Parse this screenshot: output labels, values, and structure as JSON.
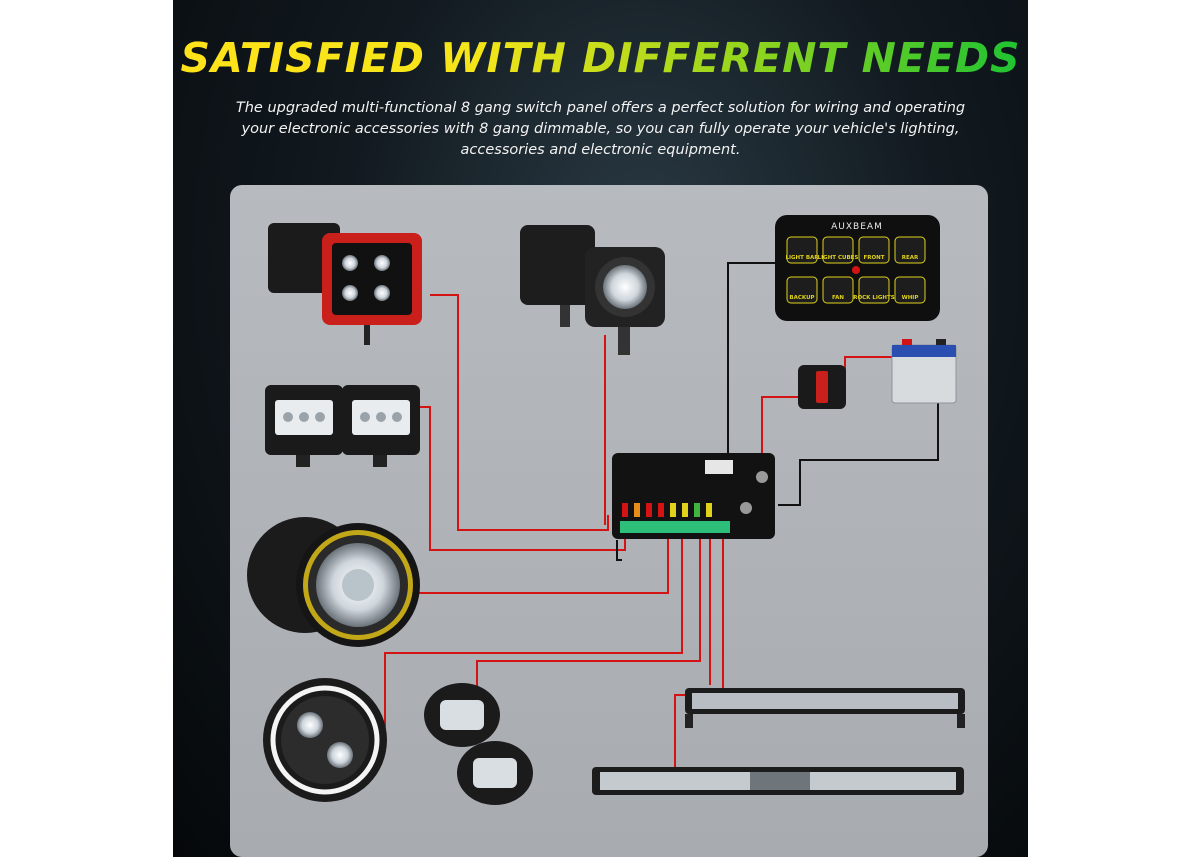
{
  "header": {
    "title": "SATISFIED WITH DIFFERENT NEEDS",
    "subtitle_lines": [
      "The upgraded multi-functional 8 gang switch panel offers a perfect solution for wiring and operating",
      "your electronic accessories with 8 gang dimmable, so you can fully operate your vehicle's lighting,",
      "accessories and electronic equipment."
    ]
  },
  "switch_panel": {
    "brand": "AUXBEAM",
    "buttons": [
      "LIGHT BAR",
      "LIGHT CUBES",
      "FRONT",
      "REAR",
      "BACKUP",
      "FAN",
      "ROCK LIGHTS",
      "WHIP"
    ]
  },
  "colors": {
    "title_start": "#ffe21a",
    "title_end": "#1cc233",
    "wire_red": "#d41414",
    "wire_black": "#111111",
    "panel_accent": "#e0d21a"
  }
}
